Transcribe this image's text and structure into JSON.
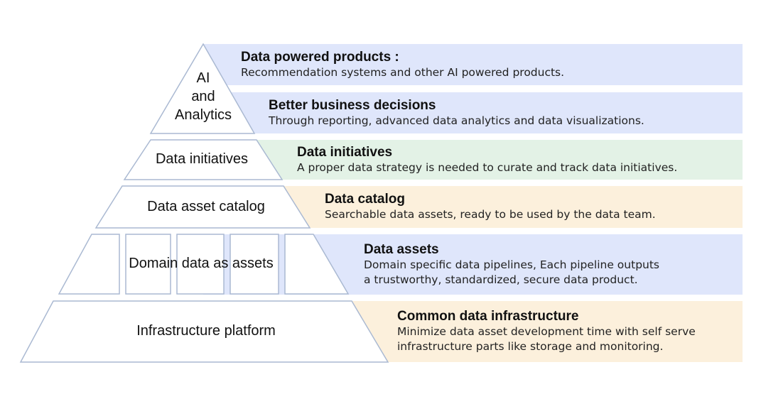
{
  "colors": {
    "blue": "#dfe6fb",
    "green": "#e3f2e6",
    "peach": "#fcf0dc",
    "stroke": "#aab9d2"
  },
  "tiers": [
    {
      "label": "AI\nand\nAnalytics"
    },
    {
      "label": "Data initiatives"
    },
    {
      "label": "Data asset catalog"
    },
    {
      "label": "Domain data as assets"
    },
    {
      "label": "Infrastructure platform"
    }
  ],
  "bands": [
    {
      "title": "Data powered products :",
      "desc": "Recommendation systems and other AI powered products.",
      "color": "blue"
    },
    {
      "title": "Better business decisions",
      "desc": "Through reporting, advanced data analytics and data visualizations.",
      "color": "blue"
    },
    {
      "title": "Data initiatives",
      "desc": "A proper data strategy is needed to curate and track data initiatives.",
      "color": "green"
    },
    {
      "title": "Data catalog",
      "desc": "Searchable data assets, ready to be used by the data team.",
      "color": "peach"
    },
    {
      "title": "Data assets",
      "desc": "Domain specific data pipelines, Each pipeline outputs\na trustworthy, standardized, secure data product.",
      "color": "blue"
    },
    {
      "title": "Common data infrastructure",
      "desc": "Minimize data asset development time with self serve\ninfrastructure parts like storage and monitoring.",
      "color": "peach"
    }
  ]
}
